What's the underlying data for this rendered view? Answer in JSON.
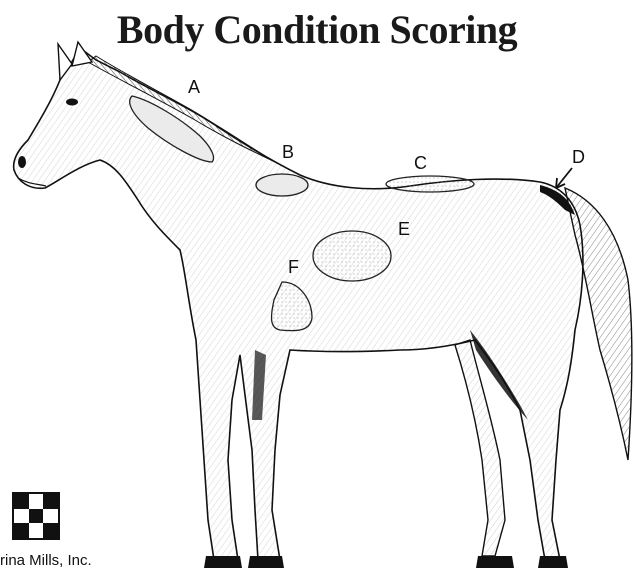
{
  "title": "Body Condition Scoring",
  "regions": {
    "a": "A",
    "b": "B",
    "c": "C",
    "d": "D",
    "e": "E",
    "f": "F"
  },
  "company": "rina Mills, Inc.",
  "colors": {
    "ink": "#111111",
    "region_fill": "#e6e6e6",
    "region_stroke": "#222222"
  }
}
